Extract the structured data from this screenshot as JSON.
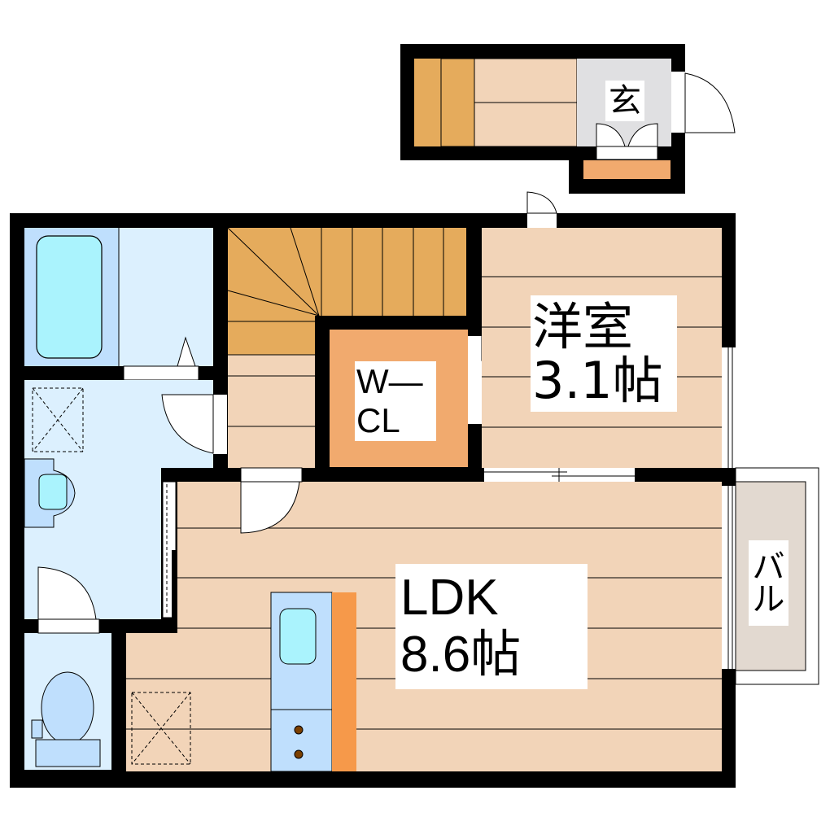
{
  "floorplan": {
    "rooms": {
      "entrance": {
        "label": "玄"
      },
      "western_room": {
        "name": "洋室",
        "size": "3.1帖"
      },
      "walk_in_closet": {
        "line1": "W—",
        "line2": "CL"
      },
      "ldk": {
        "name": "LDK",
        "size": "8.6帖"
      },
      "balcony": {
        "line1": "バ",
        "line2": "ル"
      },
      "bathroom": {},
      "washroom": {},
      "toilet": {},
      "staircase": {}
    },
    "colors": {
      "wall": "#000000",
      "flooring": "#f2d4b8",
      "stairs": "#e5ab5c",
      "closet": "#f1aa6e",
      "kitchen_counter": "#f6994a",
      "wet_area": "#dcf0fe",
      "fixture": "#bfdffd",
      "basin": "#aaf3fd",
      "entrance_floor": "#e0e0e2",
      "balcony_floor": "#e2d9d0",
      "stove_knob": "#7b3f00"
    }
  }
}
